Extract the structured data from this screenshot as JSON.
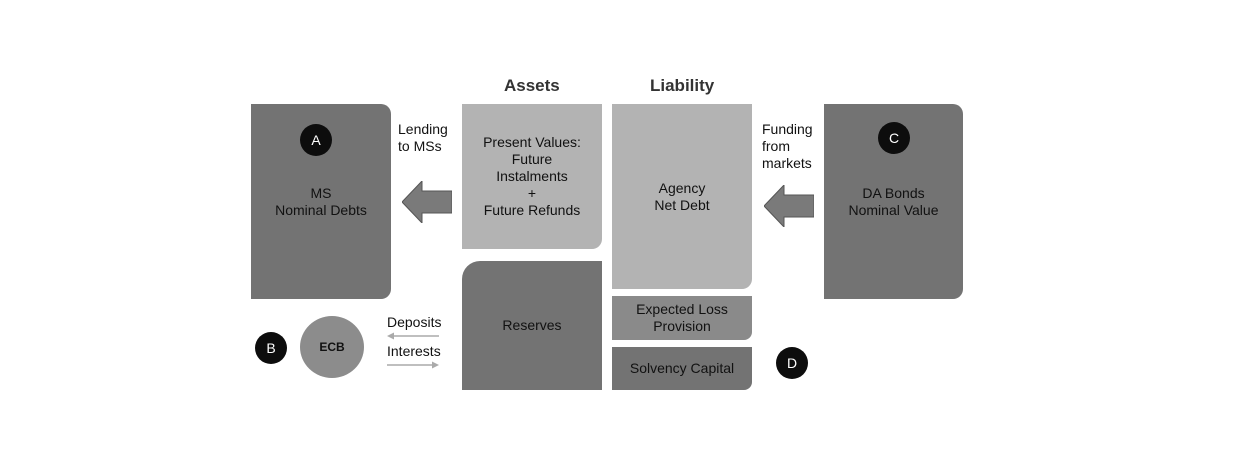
{
  "headings": {
    "assets": "Assets",
    "liability": "Liability"
  },
  "boxes": {
    "ms_nominal_debts": "MS\nNominal Debts",
    "present_values": "Present Values:\nFuture\nInstalments\n+\nFuture Refunds",
    "reserves": "Reserves",
    "agency_net_debt": "Agency\nNet Debt",
    "expected_loss_provision": "Expected Loss\nProvision",
    "solvency_capital": "Solvency Capital",
    "da_bonds": "DA Bonds\nNominal Value",
    "ecb": "ECB"
  },
  "labels": {
    "lending": "Lending\nto MSs",
    "funding": "Funding\nfrom\nmarkets",
    "deposits": "Deposits",
    "interests": "Interests"
  },
  "badges": {
    "a": "A",
    "b": "B",
    "c": "C",
    "d": "D"
  },
  "colors": {
    "dark_box": "#737373",
    "light_box": "#b3b3b3",
    "arrow": "#7a7a7a",
    "badge": "#0d0d0d"
  }
}
